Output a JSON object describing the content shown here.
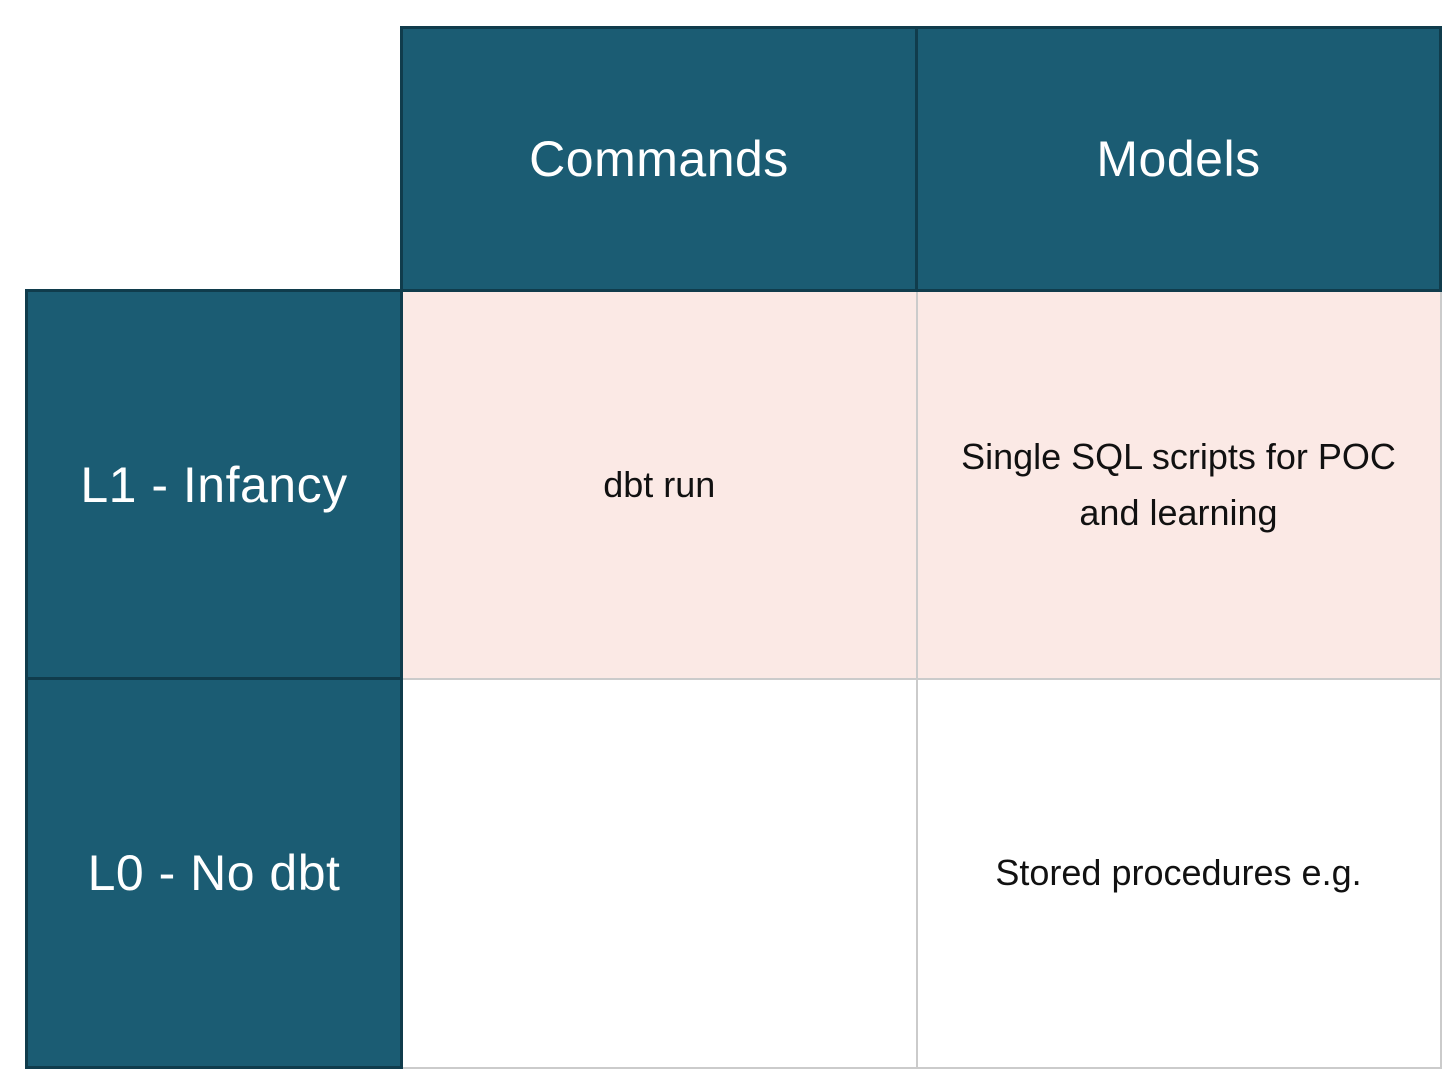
{
  "colors": {
    "header_bg": "#1b5c73",
    "header_border": "#103c4c",
    "row_highlight_bg": "#fbe9e5",
    "cell_border": "#cbcbcb",
    "header_text": "#ffffff",
    "cell_text": "#111111",
    "page_background": "#ffffff"
  },
  "table": {
    "corner": "",
    "column_headers": [
      "Commands",
      "Models"
    ],
    "rows": [
      {
        "header": "L1 - Infancy",
        "cells": [
          "dbt run",
          "Single SQL scripts for POC and learning"
        ],
        "highlighted": true
      },
      {
        "header": "L0 - No dbt",
        "cells": [
          "",
          "Stored procedures e.g."
        ],
        "highlighted": false
      }
    ]
  }
}
